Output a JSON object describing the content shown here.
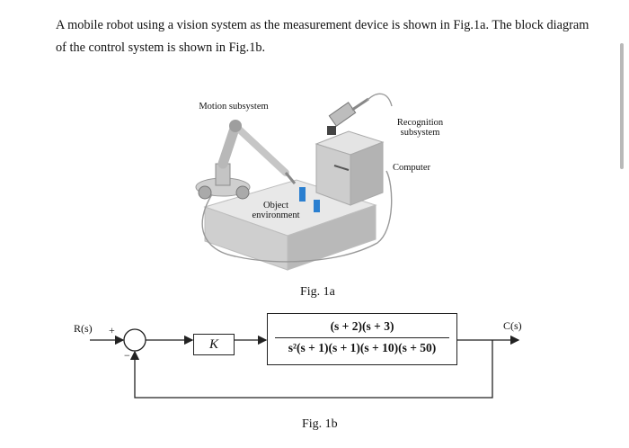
{
  "intro": {
    "text": "A mobile robot using a vision system as the measurement device is shown in Fig.1a. The block diagram of the control system is shown in Fig.1b."
  },
  "fig1a": {
    "labels": {
      "motion": "Motion subsystem",
      "recognition": "Recognition\nsubsystem",
      "computer": "Computer",
      "object": "Object\nenvironment"
    },
    "caption": "Fig. 1a"
  },
  "fig1b": {
    "input": "R(s)",
    "output": "C(s)",
    "plus_sign": "+",
    "minus_sign": "−",
    "gain": "K",
    "numerator": "(s + 2)(s + 3)",
    "denominator": "s²(s + 1)(s + 1)(s + 10)(s + 50)",
    "caption": "Fig. 1b"
  },
  "colors": {
    "ink": "#222222",
    "robot": "#c8c8c8",
    "platform": "#d4d4d4",
    "object": "#2a7fd0"
  }
}
